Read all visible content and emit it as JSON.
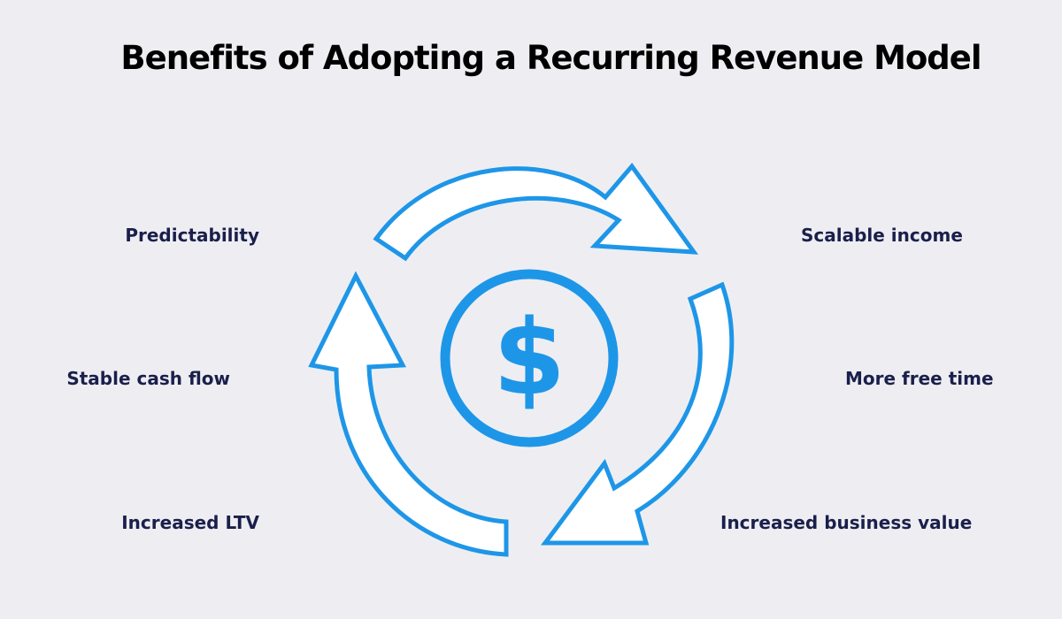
{
  "title": "Benefits of Adopting a Recurring Revenue Model",
  "center_symbol": "$",
  "colors": {
    "accent": "#1e96e8",
    "background": "#eeeef2",
    "label_text": "#1a1f4b",
    "title_text": "#000000"
  },
  "icons": [
    "cycle-arrows-icon",
    "dollar-coin-icon"
  ],
  "benefits": {
    "left": [
      "Predictability",
      "Stable cash flow",
      "Increased LTV"
    ],
    "right": [
      "Scalable income",
      "More free time",
      "Increased business value"
    ]
  }
}
